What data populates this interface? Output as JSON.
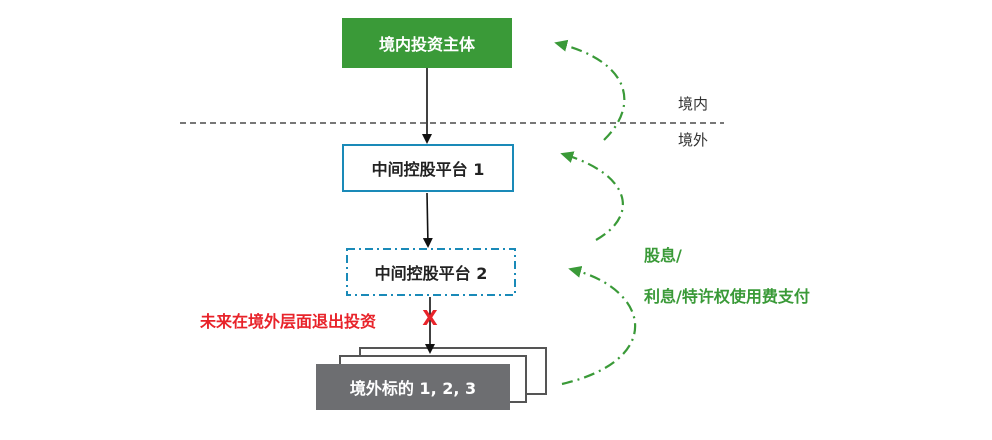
{
  "diagram": {
    "domestic_investor": "境内投资主体",
    "platform_1": "中间控股平台 1",
    "platform_2": "中间控股平台 2",
    "overseas_targets": "境外标的 1, 2, 3",
    "label_domestic": "境内",
    "label_overseas": "境外",
    "label_dividends": "股息/",
    "label_interest_royalties": "利息/特许权使用费支付",
    "label_future_exit": "未来在境外层面退出投资",
    "exit_mark": "X"
  },
  "colors": {
    "green": "#3a9a38",
    "blue": "#1a8ab8",
    "gray": "#6d6e71",
    "red": "#e8232a"
  }
}
